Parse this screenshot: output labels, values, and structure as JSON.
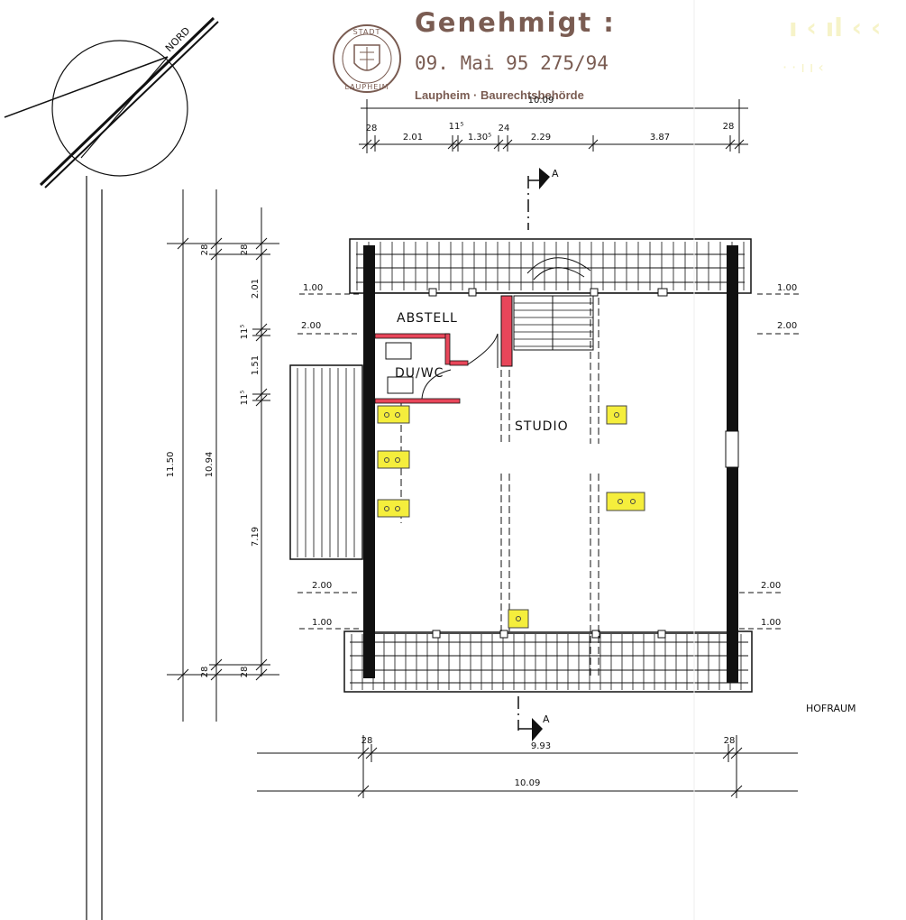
{
  "stamp": {
    "title": "Genehmigt :",
    "date_line": "09. Mai 95  275/94",
    "authority": "Laupheim  ·  Baurechtsbehörde",
    "seal_top": "STADT",
    "seal_bottom": "LAUPHEIM"
  },
  "north": {
    "label": "NORD"
  },
  "rooms": {
    "abstell": "ABSTELL",
    "du_wc": "DU/WC",
    "studio": "STUDIO",
    "hofraum": "HOFRAUM"
  },
  "section_marker": {
    "label_top": "A",
    "label_bottom": "A"
  },
  "dimensions": {
    "top_overall": "10.09",
    "top_segments": [
      "28",
      "2.01",
      "11⁵",
      "1.30⁵",
      "24",
      "2.29",
      "3.87",
      "28"
    ],
    "bottom_inner": "9.93",
    "bottom_overall": "10.09",
    "bottom_ends": [
      "28",
      "28"
    ],
    "left_overall": "11.50",
    "left_inner": "10.94",
    "left_segments": [
      "28",
      "2.01",
      "11⁵",
      "1.51",
      "11⁵",
      "7.19",
      "28"
    ],
    "left_ends": [
      "28",
      "28"
    ],
    "heights_left": [
      "1.00",
      "2.00",
      "2.00",
      "1.00"
    ],
    "heights_right": [
      "1.00",
      "2.00",
      "2.00",
      "1.00"
    ]
  },
  "colors": {
    "stamp": "#7a5c52",
    "skylight": "#f5ee3c",
    "red_wall": "#e8465a",
    "wall": "#111111"
  }
}
